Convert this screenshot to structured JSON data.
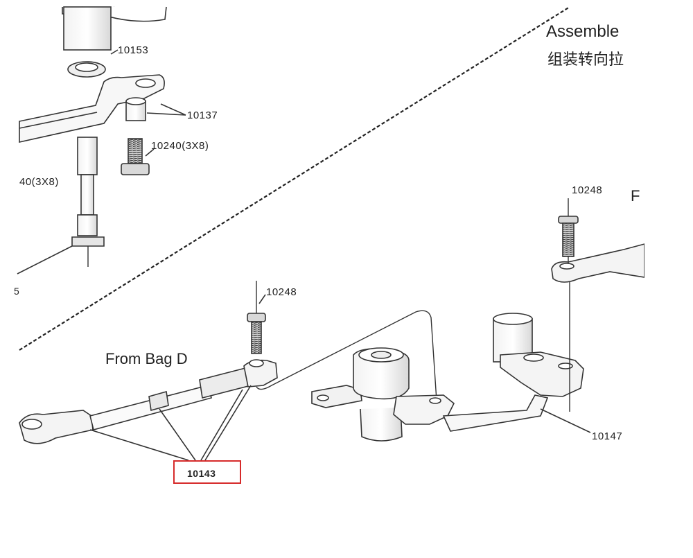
{
  "header": {
    "title": "Assemble",
    "subtitle": "组装转向拉"
  },
  "bag_note": "From Bag D",
  "parts": {
    "p10153": "10153",
    "p10137": "10137",
    "p10240": "10240(3X8)",
    "p10240_cut": "40(3X8)",
    "p10248_a": "10248",
    "p10248_b": "10248",
    "p10143": "10143",
    "p10147": "10147"
  },
  "edge_marks": {
    "right_f": "F",
    "left_5": "5"
  },
  "colors": {
    "line": "#333333",
    "highlight": "#d62a2a",
    "part_fill": "#ffffff",
    "shade": "#dcdcdc"
  }
}
